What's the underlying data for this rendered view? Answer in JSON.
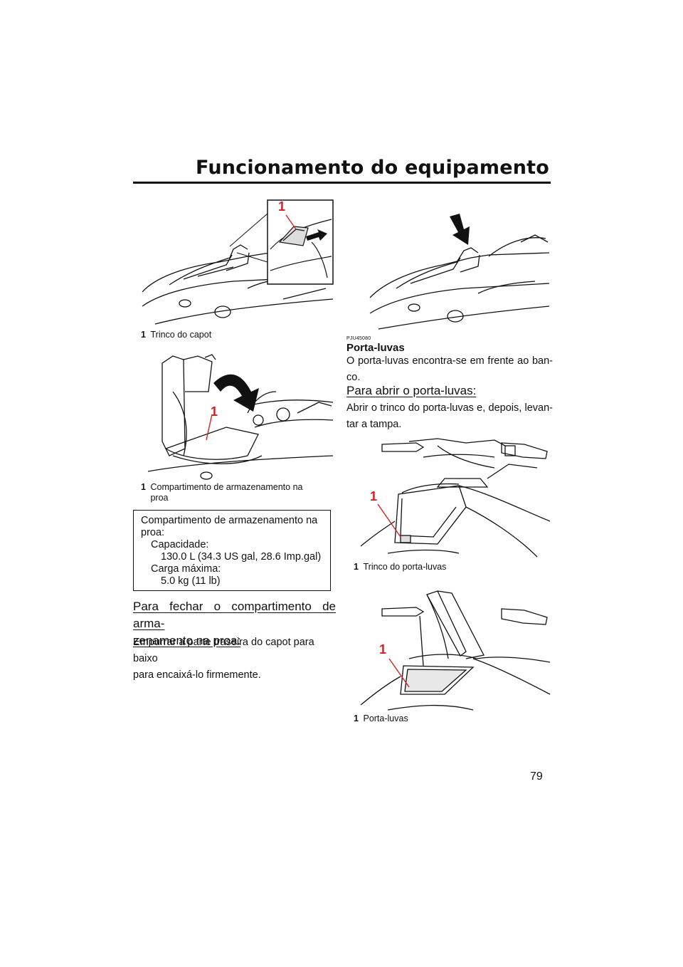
{
  "header": {
    "title": "Funcionamento do equipamento"
  },
  "figures": {
    "fig1": {
      "callout": "1",
      "caption_num": "1",
      "caption": "Trinco do capot"
    },
    "fig2": {
      "callout": "1",
      "caption_num": "1",
      "caption_line1": "Compartimento de armazenamento na",
      "caption_line2": "proa"
    },
    "fig3": {},
    "fig4": {
      "callout": "1",
      "caption_num": "1",
      "caption": "Trinco do porta-luvas"
    },
    "fig5": {
      "callout": "1",
      "caption_num": "1",
      "caption": "Porta-luvas"
    }
  },
  "spec_box": {
    "line1": "Compartimento de armazenamento na",
    "line2": "proa:",
    "capacity_label": "Capacidade:",
    "capacity_value": "130.0 L (34.3 US gal, 28.6 Imp.gal)",
    "max_load_label": "Carga máxima:",
    "max_load_value": "5.0 kg (11 lb)"
  },
  "left_section": {
    "subhead_line1": "Para fechar o compartimento de arma-",
    "subhead_line2": "zenamento na proa:",
    "body_line1": "Empurrar a parte traseira do capot para baixo",
    "body_line2": "para encaixá-lo firmemente."
  },
  "right_section": {
    "ref_code": "PJU45080",
    "title": "Porta-luvas",
    "intro_line1": "O porta-luvas encontra-se em frente ao ban-",
    "intro_line2": "co.",
    "subhead": "Para abrir o porta-luvas:",
    "body_line1": "Abrir o trinco do porta-luvas e, depois, levan-",
    "body_line2": "tar a tampa."
  },
  "page_number": "79",
  "colors": {
    "callout": "#d62020",
    "ink": "#111111"
  },
  "icons": [
    "arrow-down-icon",
    "arrow-up-curved-icon",
    "arrow-right-icon"
  ]
}
